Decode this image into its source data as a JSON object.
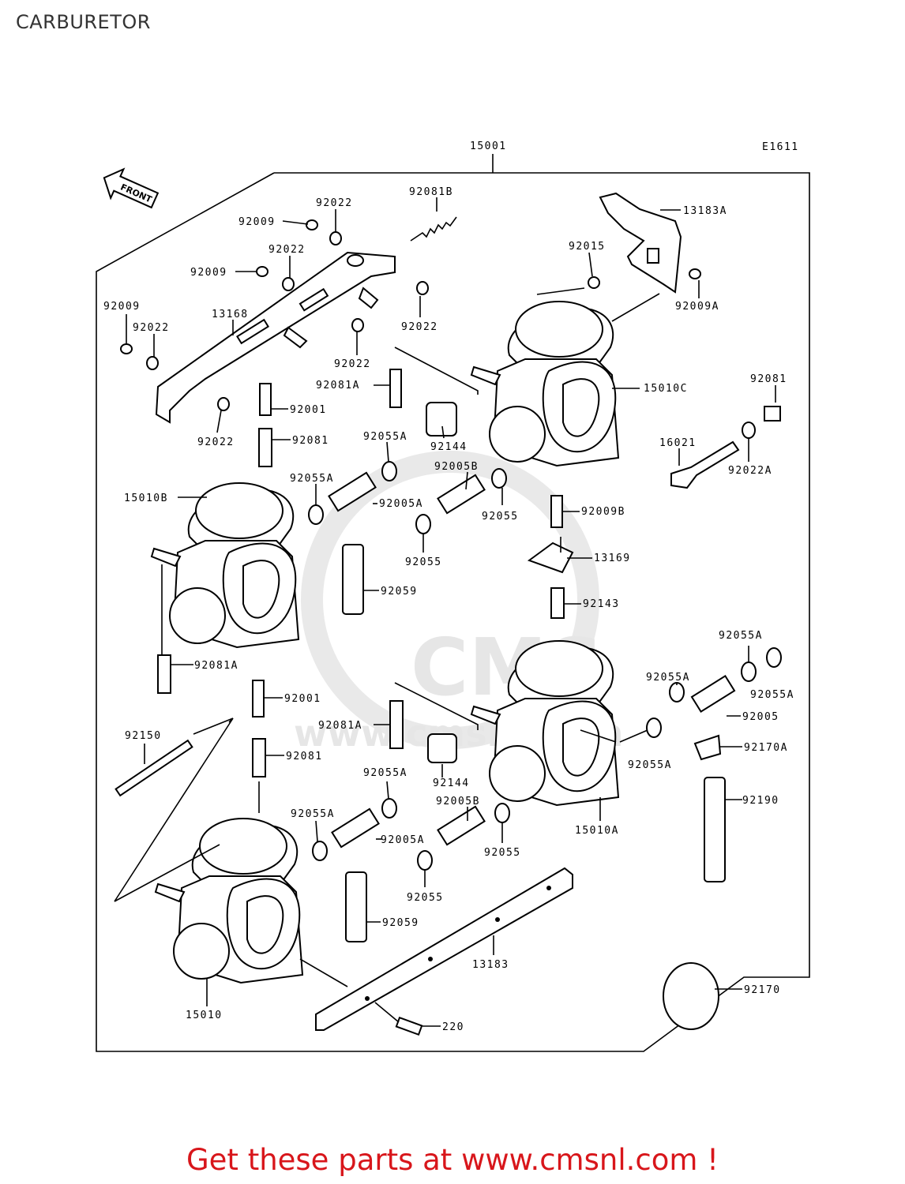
{
  "title": "CARBURETOR",
  "footer": "Get these parts at www.cmsnl.com !",
  "diagram": {
    "code": "E1611",
    "front_label": "FRONT",
    "watermark": {
      "logo": "CMS",
      "url": "www.cmsnl.com"
    },
    "labels": {
      "l15001": "15001",
      "l92022_a": "92022",
      "l92081b": "92081B",
      "l13183a": "13183A",
      "l92009_a": "92009",
      "l92022_b": "92022",
      "l92009_b": "92009",
      "l92015": "92015",
      "l92009_c": "92009",
      "l92022_c": "92022",
      "l13168": "13168",
      "l92022_d": "92022",
      "l92009a": "92009A",
      "l92022_e": "92022",
      "l92081a_a": "92081A",
      "l15010c": "15010C",
      "l92081_a": "92081",
      "l92001_a": "92001",
      "l92022_f": "92022",
      "l92081_b": "92081",
      "l92055a_a": "92055A",
      "l92144_a": "92144",
      "l16021": "16021",
      "l92005b_a": "92005B",
      "l92022a": "92022A",
      "l92055a_b": "92055A",
      "l15010b": "15010B",
      "l92005a_a": "92005A",
      "l92055_a": "92055",
      "l92009b": "92009B",
      "l13169": "13169",
      "l92055_b": "92055",
      "l92059_a": "92059",
      "l92143": "92143",
      "l92055a_c": "92055A",
      "l92081a_b": "92081A",
      "l92055a_d": "92055A",
      "l92001_b": "92001",
      "l92055a_e": "92055A",
      "l92005": "92005",
      "l92081a_c": "92081A",
      "l92150": "92150",
      "l92055a_f": "92055A",
      "l92170a": "92170A",
      "l92081_c": "92081",
      "l92144_b": "92144",
      "l92055a_g": "92055A",
      "l92190": "92190",
      "l92005b_b": "92005B",
      "l15010a": "15010A",
      "l92055a_h": "92055A",
      "l92005a_b": "92005A",
      "l92055_c": "92055",
      "l92055_d": "92055",
      "l92059_b": "92059",
      "l13183": "13183",
      "l92170": "92170",
      "l15010": "15010",
      "l220": "220"
    }
  }
}
